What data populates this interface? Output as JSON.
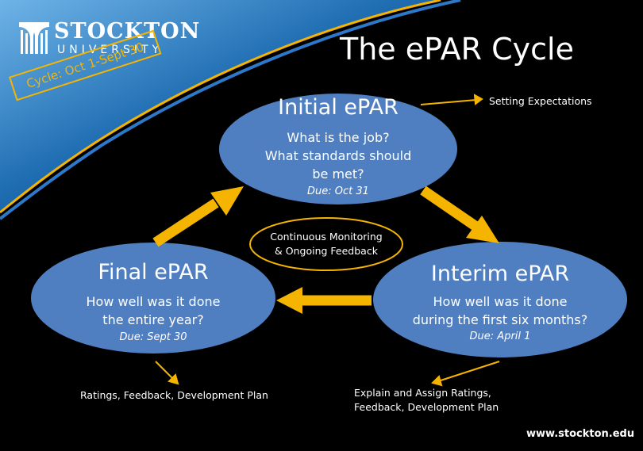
{
  "logo": {
    "name": "STOCKTON",
    "subname": "UNIVERSITY"
  },
  "title": "The ePAR Cycle",
  "cycle_label": "Cycle:  Oct 1-Sept 30",
  "nodes": {
    "initial": {
      "title": "Initial ePAR",
      "lines": [
        "What is the job?",
        "What standards should",
        "be met?"
      ],
      "due": "Due:  Oct 31",
      "note": "Setting Expectations"
    },
    "interim": {
      "title": "Interim ePAR",
      "lines": [
        "How well was it done",
        "during the first six months?"
      ],
      "due": "Due:  April 1",
      "note": [
        "Explain and Assign Ratings,",
        "Feedback, Development Plan"
      ]
    },
    "final": {
      "title": "Final ePAR",
      "lines": [
        "How well was it done",
        "the entire year?"
      ],
      "due": "Due:  Sept 30",
      "note": "Ratings, Feedback, Development Plan"
    }
  },
  "center_label": [
    "Continuous Monitoring",
    "& Ongoing Feedback"
  ],
  "footer_url": "www.stockton.edu",
  "colors": {
    "background": "#000000",
    "node_fill": "#4f7fc0",
    "accent": "#f5b400",
    "swoosh": "#1d6fb5"
  }
}
